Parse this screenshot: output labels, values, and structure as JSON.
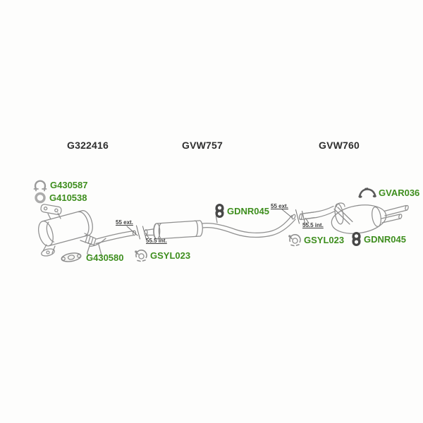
{
  "colors": {
    "part_link_green": "#3e8e1e",
    "heading_text": "#2e2e2e",
    "measure_text": "#3b3b3b",
    "line_gray": "#8f8f8f",
    "icon_gray": "#9a9a9a",
    "hanger_dark": "#474747",
    "background": "#fdfdfc"
  },
  "headers": [
    {
      "code": "G322416"
    },
    {
      "code": "GVW757"
    },
    {
      "code": "GVW760"
    }
  ],
  "parts": [
    {
      "code": "G430587",
      "icon": "pipe-clamp-icon"
    },
    {
      "code": "G410538",
      "icon": "gasket-ring-icon"
    },
    {
      "code": "G430580",
      "icon": "flange-gasket-icon"
    },
    {
      "code": "GSYL023",
      "icon": "exhaust-clamp-icon"
    },
    {
      "code": "GDNR045",
      "icon": "rubber-hanger-icon"
    },
    {
      "code": "GSYL023",
      "icon": "exhaust-clamp-icon"
    },
    {
      "code": "GDNR045",
      "icon": "rubber-hanger-icon"
    },
    {
      "code": "GVAR036",
      "icon": "pipe-bracket-icon"
    }
  ],
  "measurements": [
    {
      "label": "55 ext."
    },
    {
      "label": "55.5 int."
    },
    {
      "label": "55 ext."
    },
    {
      "label": "55.5 int."
    }
  ]
}
